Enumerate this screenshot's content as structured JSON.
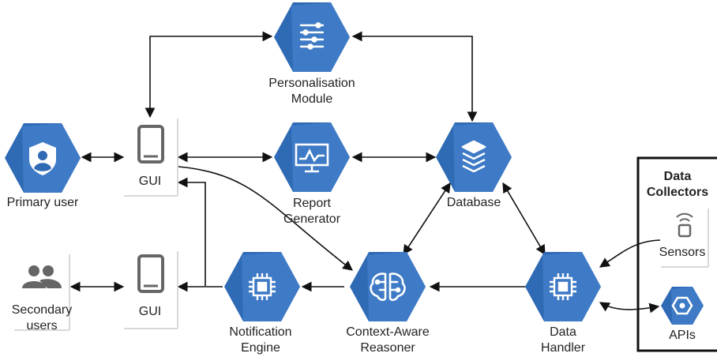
{
  "nodes": {
    "personalisation": {
      "line1": "Personalisation",
      "line2": "Module",
      "icon": "personalisation-icon"
    },
    "primary_user": {
      "label": "Primary user",
      "icon": "user-shield-icon"
    },
    "gui_top": {
      "label": "GUI",
      "icon": "mobile-device-icon"
    },
    "report": {
      "line1": "Report",
      "line2": "Generator",
      "icon": "monitor-chart-icon"
    },
    "database": {
      "label": "Database",
      "icon": "database-stack-icon"
    },
    "secondary_users": {
      "line1": "Secondary",
      "line2": "users",
      "icon": "people-icon"
    },
    "gui_bottom": {
      "label": "GUI",
      "icon": "mobile-device-icon"
    },
    "notification": {
      "line1": "Notification",
      "line2": "Engine",
      "icon": "chip-icon"
    },
    "reasoner": {
      "line1": "Context-Aware",
      "line2": "Reasoner",
      "icon": "brain-icon"
    },
    "data_handler": {
      "line1": "Data",
      "line2": "Handler",
      "icon": "chip-icon"
    },
    "sensors": {
      "label": "Sensors",
      "icon": "sensor-device-icon"
    },
    "apis": {
      "label": "APIs",
      "icon": "api-hexagon-icon"
    }
  },
  "collectors_box": {
    "line1": "Data",
    "line2": "Collectors"
  },
  "colors": {
    "hex_dark": "#2f6ab5",
    "hex_light": "#4b86d3",
    "stroke": "#111111",
    "grey_icon": "#666666"
  }
}
